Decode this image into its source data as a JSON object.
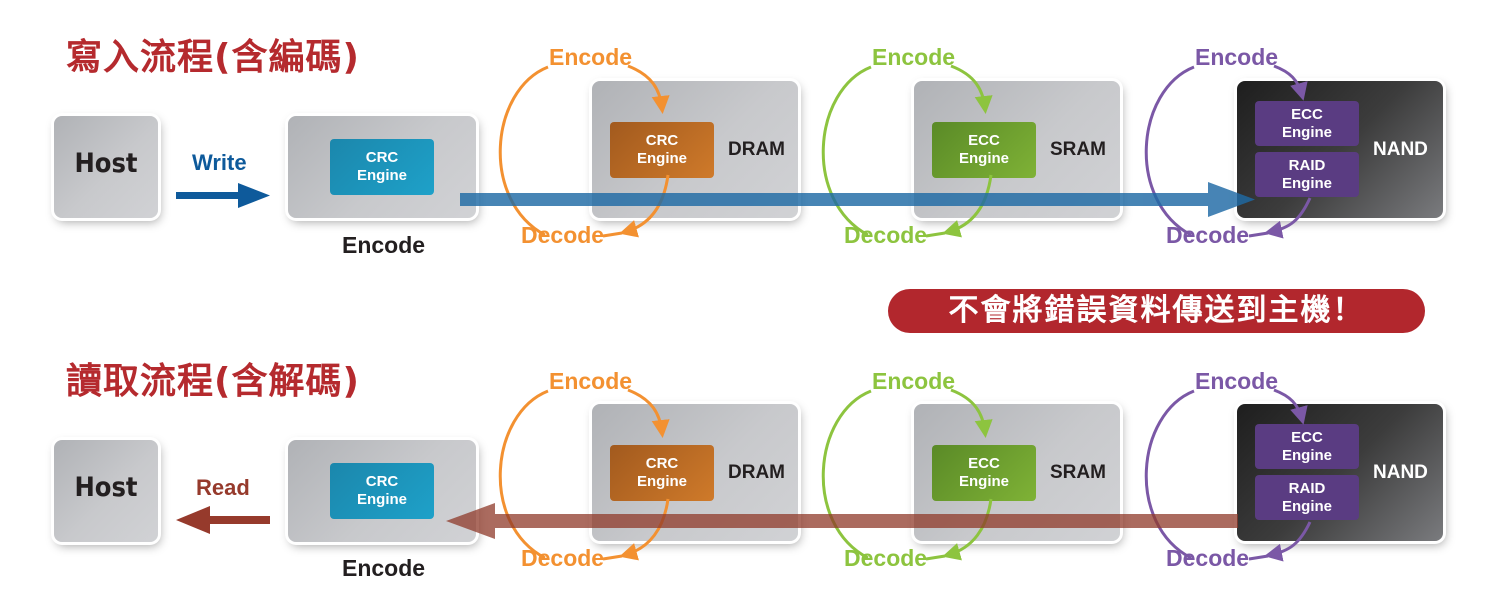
{
  "colors": {
    "title_red": "#b52a2e",
    "write_blue": "#0e5a9b",
    "read_brown": "#963a2c",
    "crc_orange": "#f39131",
    "ecc_green": "#8dc43f",
    "nand_purple": "#7b58a6",
    "banner_red": "#b2272d"
  },
  "write_flow": {
    "title": "寫入流程(含編碼)",
    "host": "Host",
    "action": "Write",
    "controller": {
      "engine": "CRC\nEngine",
      "caption": "Encode"
    },
    "dram": {
      "label": "DRAM",
      "engine": "CRC\nEngine",
      "encode": "Encode",
      "decode": "Decode"
    },
    "sram": {
      "label": "SRAM",
      "engine": "ECC\nEngine",
      "encode": "Encode",
      "decode": "Decode"
    },
    "nand": {
      "label": "NAND",
      "engine_top": "ECC\nEngine",
      "engine_bottom": "RAID\nEngine",
      "encode": "Encode",
      "decode": "Decode"
    }
  },
  "banner": {
    "text": "不會將錯誤資料傳送到主機！"
  },
  "read_flow": {
    "title": "讀取流程(含解碼)",
    "host": "Host",
    "action": "Read",
    "controller": {
      "engine": "CRC\nEngine",
      "caption": "Encode"
    },
    "dram": {
      "label": "DRAM",
      "engine": "CRC\nEngine",
      "encode": "Encode",
      "decode": "Decode"
    },
    "sram": {
      "label": "SRAM",
      "engine": "ECC\nEngine",
      "encode": "Encode",
      "decode": "Decode"
    },
    "nand": {
      "label": "NAND",
      "engine_top": "ECC\nEngine",
      "engine_bottom": "RAID\nEngine",
      "encode": "Encode",
      "decode": "Decode"
    }
  }
}
